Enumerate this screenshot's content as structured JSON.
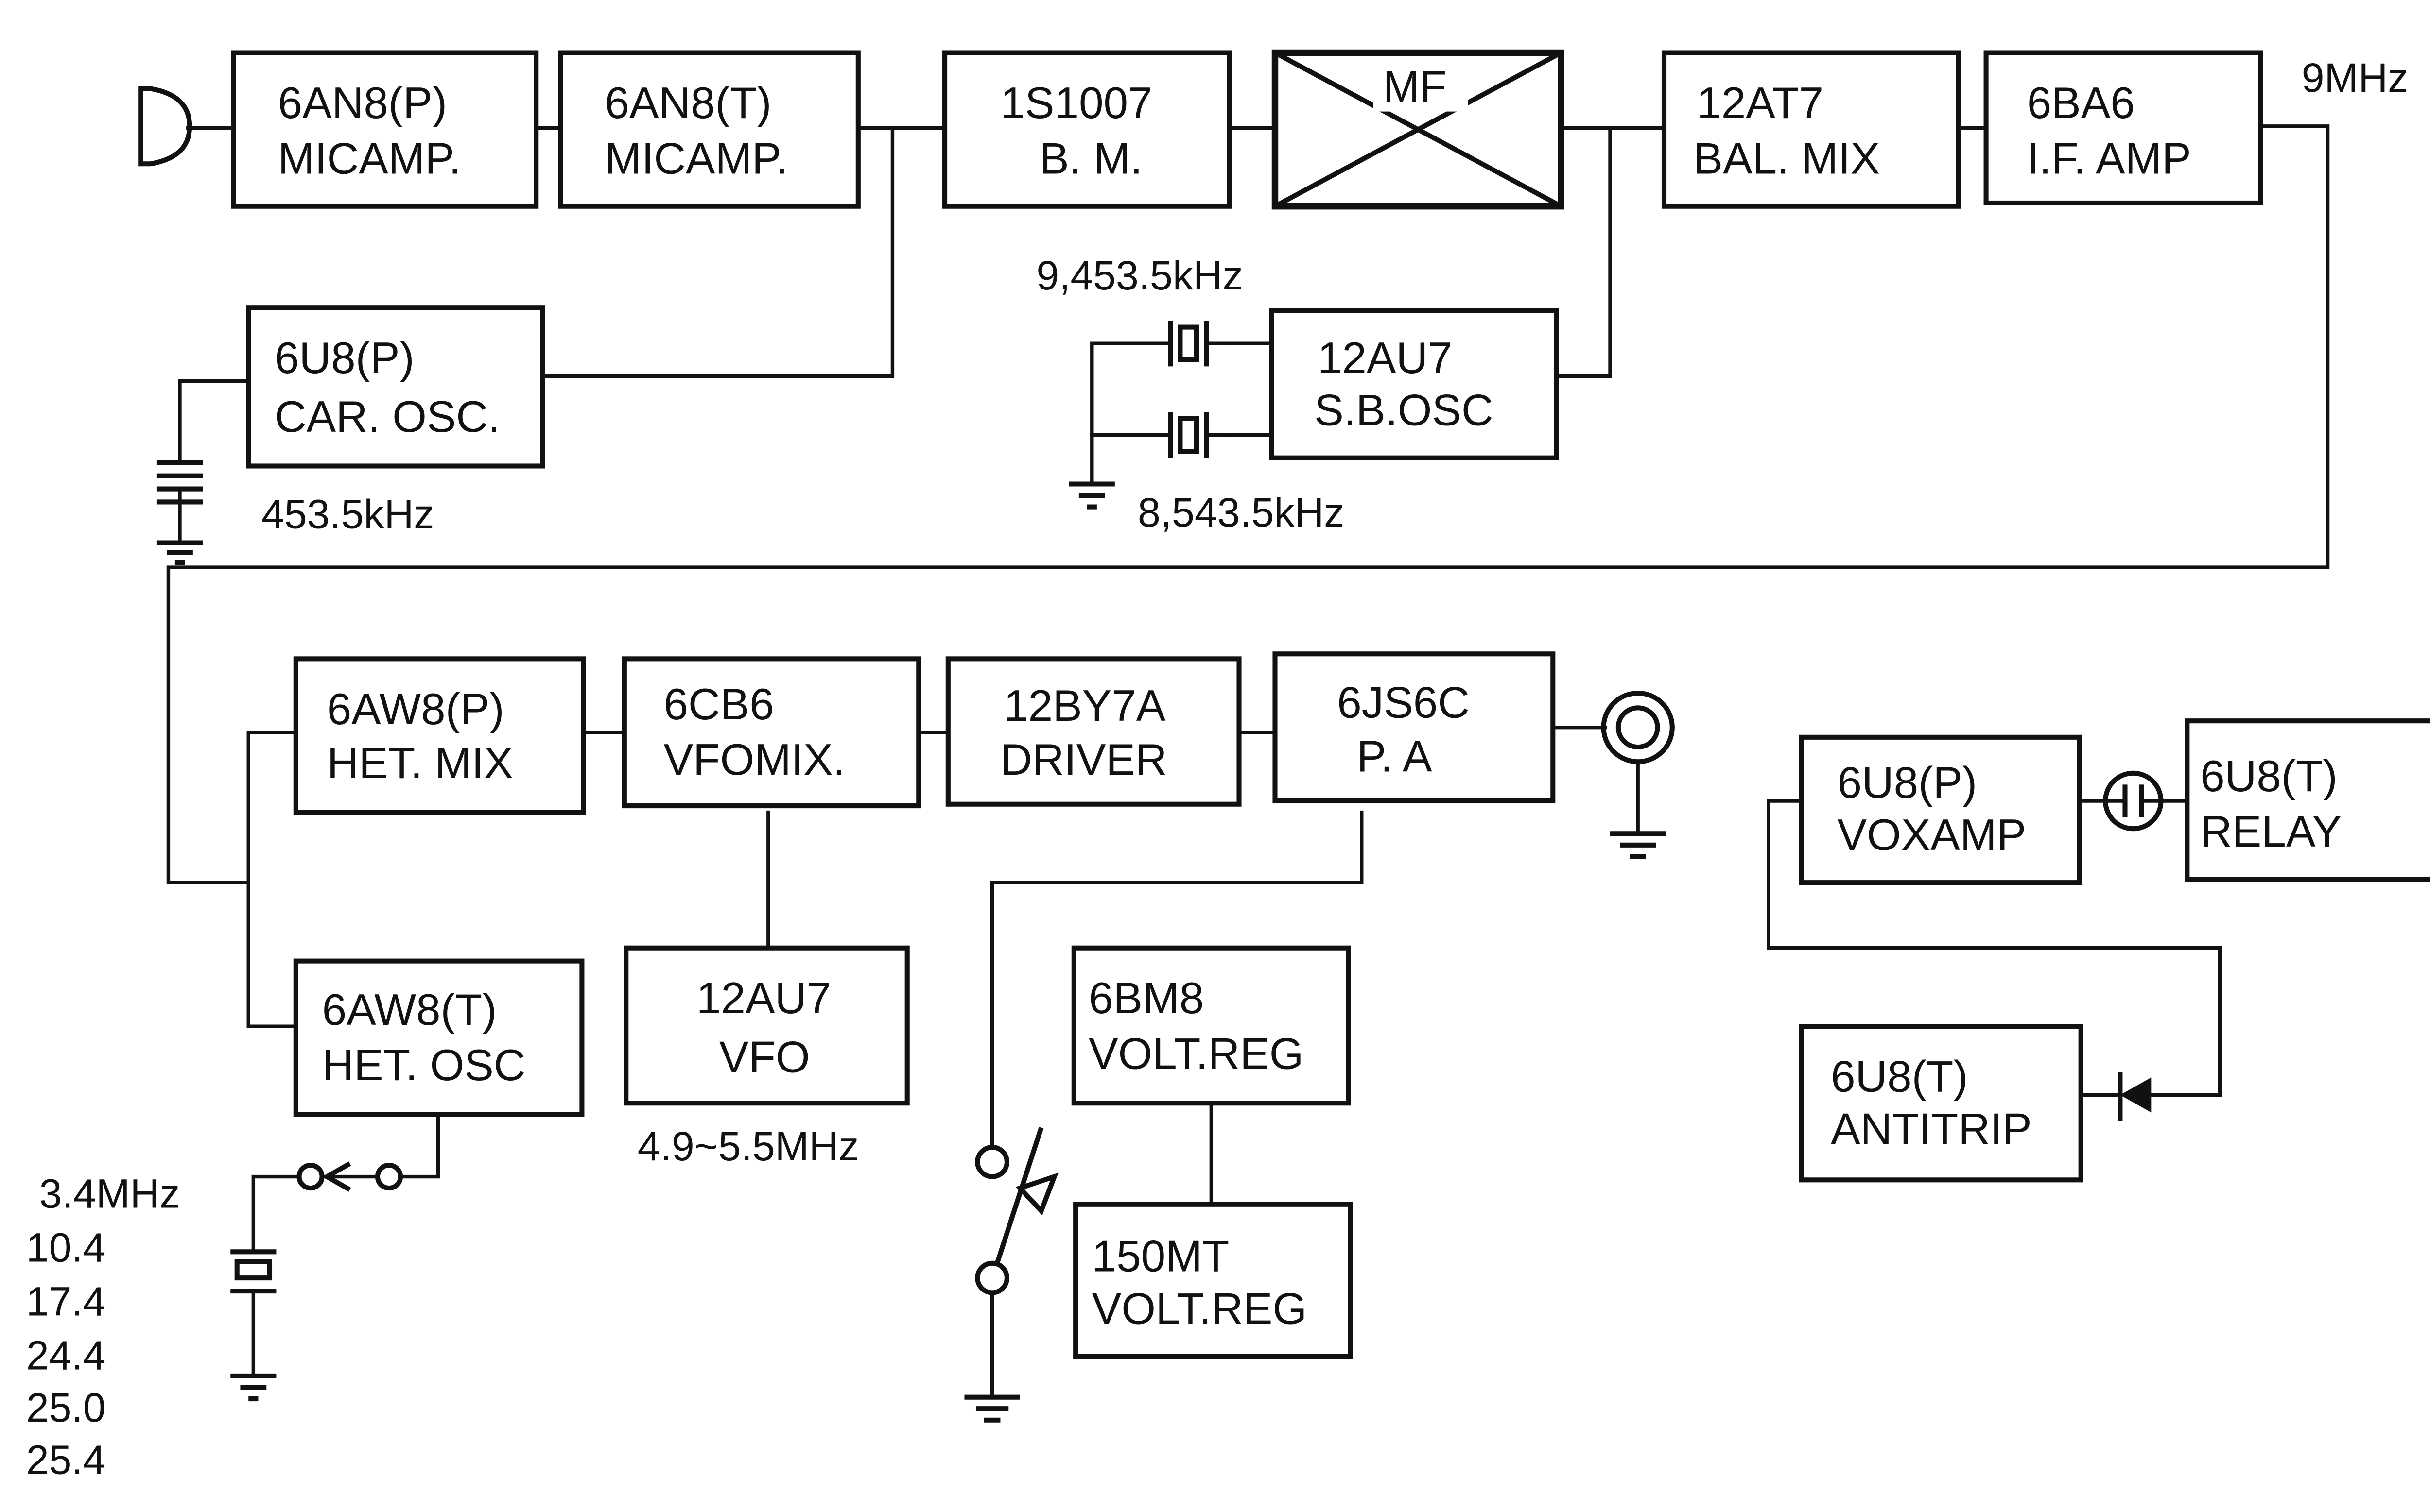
{
  "diagram": {
    "type": "block-diagram",
    "subject": "SSB transmitter block diagram",
    "stroke_color": "#111111",
    "background_color": "#ffffff",
    "blocks": {
      "mic_amp_p": {
        "line1": "6AN8(P)",
        "line2": "MICAMP."
      },
      "mic_amp_t": {
        "line1": "6AN8(T)",
        "line2": "MICAMP."
      },
      "balanced_modulator": {
        "line1": "1S1007",
        "line2": "B. M."
      },
      "mechanical_filter": {
        "line1": "MF"
      },
      "balanced_mixer": {
        "line1": "12AT7",
        "line2": "BAL. MIX"
      },
      "if_amp": {
        "line1": "6BA6",
        "line2": "I.F. AMP"
      },
      "carrier_osc": {
        "line1": "6U8(P)",
        "line2": "CAR. OSC."
      },
      "sideband_osc": {
        "line1": "12AU7",
        "line2": "S.B.OSC"
      },
      "het_mix": {
        "line1": "6AW8(P)",
        "line2": "HET. MIX"
      },
      "vfo_mix": {
        "line1": "6CB6",
        "line2": "VFOMIX."
      },
      "driver": {
        "line1": "12BY7A",
        "line2": "DRIVER"
      },
      "power_amp": {
        "line1": "6JS6C",
        "line2": "P. A"
      },
      "het_osc": {
        "line1": "6AW8(T)",
        "line2": "HET. OSC"
      },
      "vfo": {
        "line1": "12AU7",
        "line2": "VFO"
      },
      "volt_reg_1": {
        "line1": "6BM8",
        "line2": "VOLT.REG"
      },
      "volt_reg_2": {
        "line1": "150MT",
        "line2": "VOLT.REG"
      },
      "vox_amp": {
        "line1": "6U8(P)",
        "line2": "VOXAMP"
      },
      "relay": {
        "line1": "6U8(T)",
        "line2": "RELAY"
      },
      "antitrip": {
        "line1": "6U8(T)",
        "line2": "ANTITRIP"
      }
    },
    "labels": {
      "if_freq": "9MHz",
      "carrier_freq": "453.5kHz",
      "sb_crystal_upper": "9,453.5kHz",
      "sb_crystal_lower": "8,543.5kHz",
      "vfo_range": "4.9~5.5MHz",
      "het_crystals": [
        "3.4MHz",
        "10.4",
        "17.4",
        "24.4",
        "25.0",
        "25.4"
      ]
    },
    "symbols": [
      "microphone-icon",
      "crystal-icon",
      "ground-icon",
      "antenna-connector-icon",
      "switch-icon",
      "ptt-switch-icon",
      "capacitor-icon",
      "diode-icon"
    ]
  }
}
